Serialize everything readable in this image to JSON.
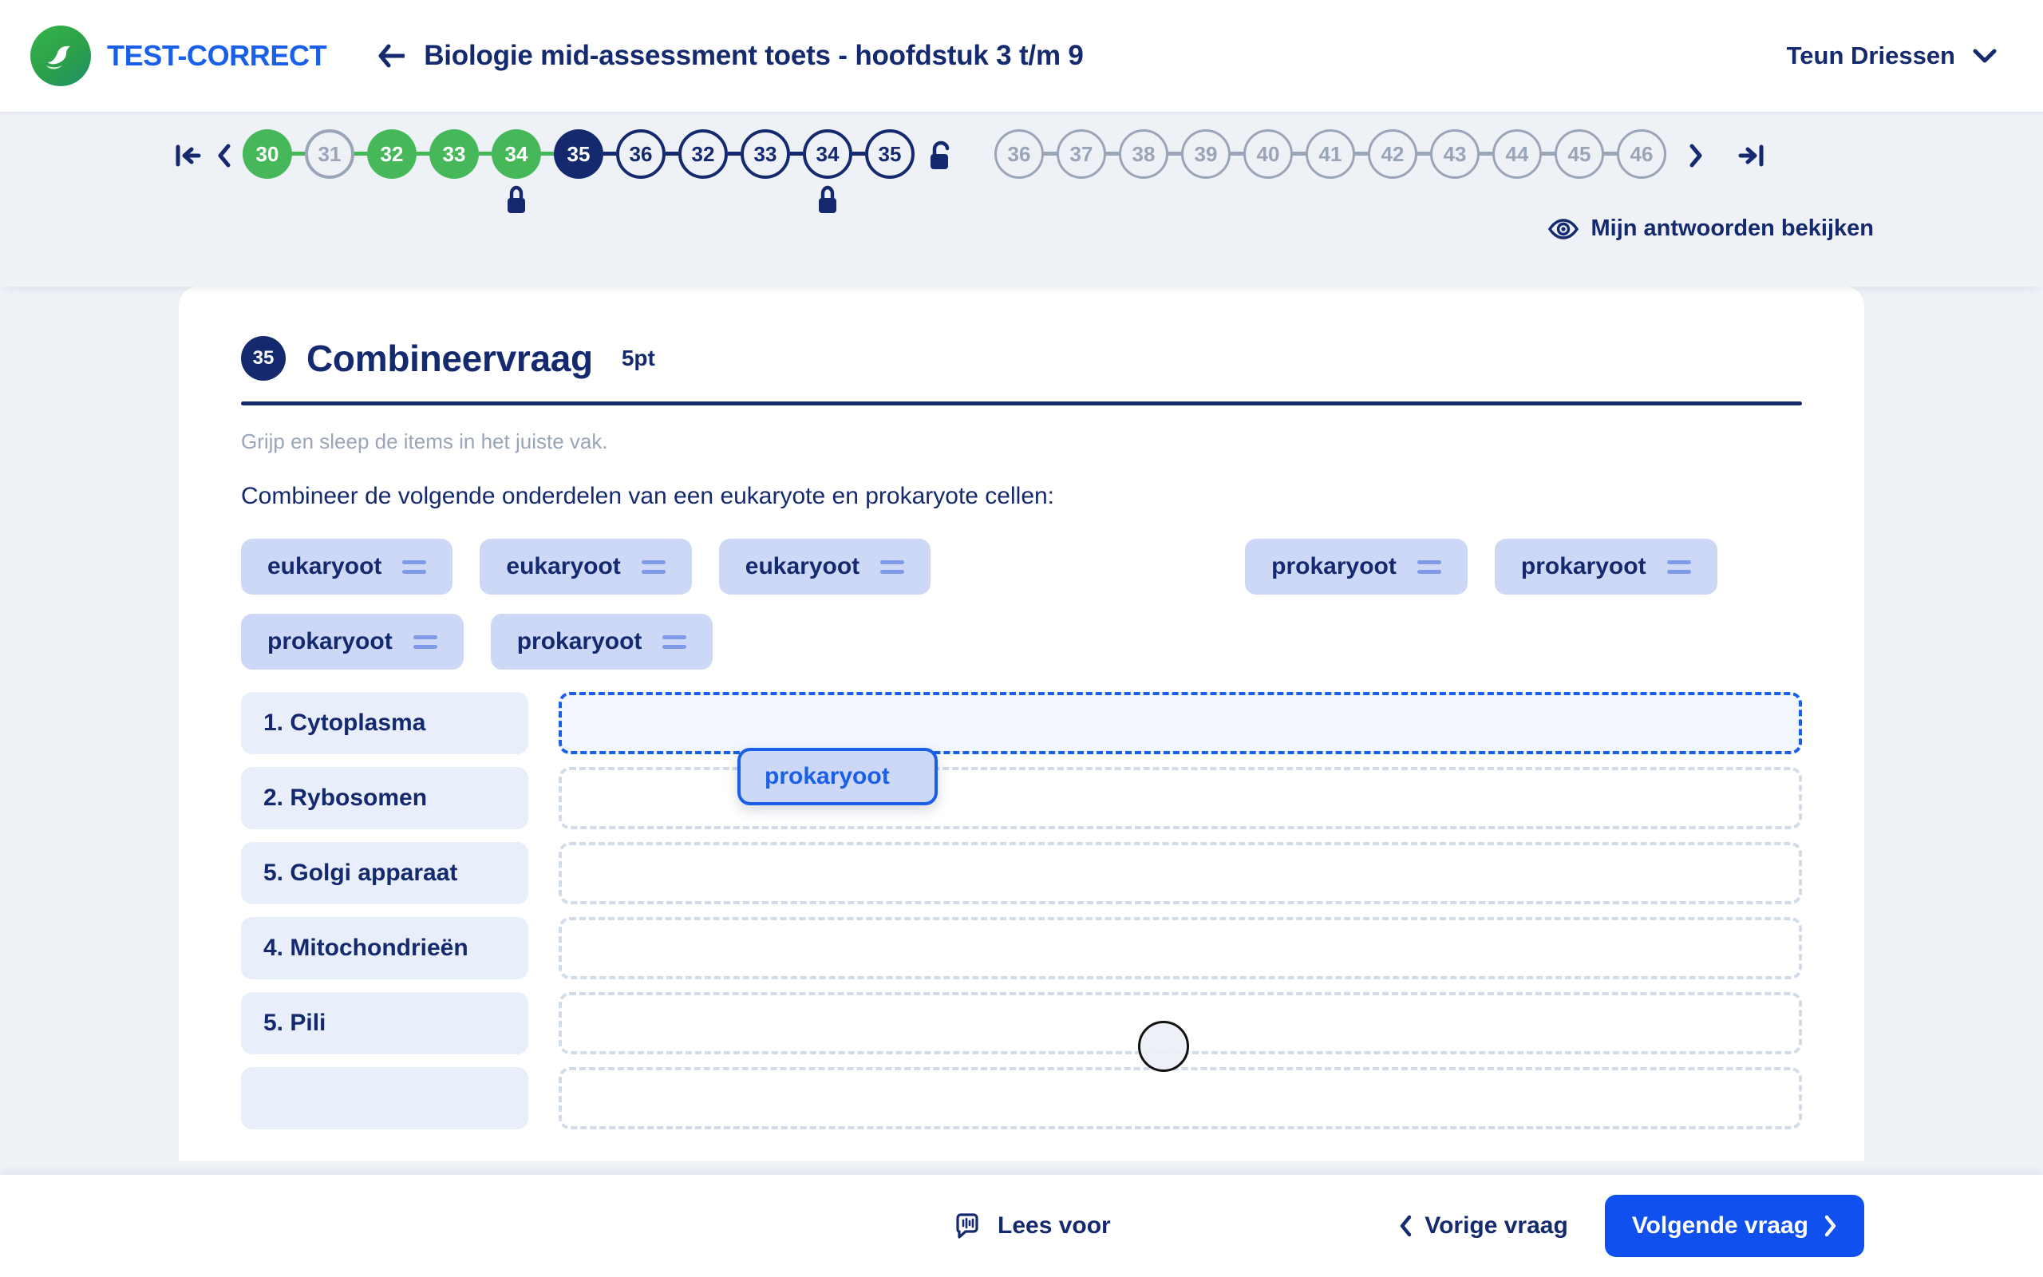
{
  "header": {
    "brand_name": "TEST-CORRECT",
    "logo_icon": "dolphin-logo-icon",
    "back_icon": "arrow-left-icon",
    "page_title": "Biologie mid-assessment toets - hoofdstuk 3 t/m 9",
    "user_name": "Teun Driessen",
    "chevron_icon": "chevron-down-icon"
  },
  "nav": {
    "first_icon": "skip-to-start-icon",
    "prev_icon": "chevron-left-icon",
    "next_icon": "chevron-right-icon",
    "last_icon": "skip-to-end-icon",
    "unlock_icon": "unlock-icon",
    "lock_icon": "lock-icon",
    "group_a": [
      {
        "label": "30",
        "state": "green"
      },
      {
        "label": "31",
        "state": "grey-open"
      },
      {
        "label": "32",
        "state": "green"
      },
      {
        "label": "33",
        "state": "green"
      },
      {
        "label": "34",
        "state": "green",
        "locked": true
      }
    ],
    "group_b": [
      {
        "label": "35",
        "state": "navy-solid",
        "current": true
      },
      {
        "label": "36",
        "state": "navy-open"
      },
      {
        "label": "32",
        "state": "navy-open"
      },
      {
        "label": "33",
        "state": "navy-open"
      },
      {
        "label": "34",
        "state": "navy-open",
        "locked": true
      },
      {
        "label": "35",
        "state": "navy-open"
      }
    ],
    "group_c": [
      {
        "label": "36",
        "state": "grey-thin"
      },
      {
        "label": "37",
        "state": "grey-thin"
      },
      {
        "label": "38",
        "state": "grey-thin"
      },
      {
        "label": "39",
        "state": "grey-thin"
      },
      {
        "label": "40",
        "state": "grey-thin"
      },
      {
        "label": "41",
        "state": "grey-thin"
      },
      {
        "label": "42",
        "state": "grey-thin"
      },
      {
        "label": "43",
        "state": "grey-thin"
      },
      {
        "label": "44",
        "state": "grey-thin"
      },
      {
        "label": "45",
        "state": "grey-thin"
      },
      {
        "label": "46",
        "state": "grey-thin"
      }
    ],
    "review_link": "Mijn antwoorden bekijken",
    "review_icon": "eye-icon"
  },
  "question": {
    "number": "35",
    "type": "Combineervraag",
    "points": "5pt",
    "hint": "Grijp en sleep de items in het juiste vak.",
    "prompt": "Combineer de volgende onderdelen van een eukaryote en prokaryote cellen:",
    "drag_handle_icon": "drag-handle-icon",
    "chips_row1": [
      "eukaryoot",
      "eukaryoot",
      "eukaryoot"
    ],
    "chips_row1_right": [
      "prokaryoot",
      "prokaryoot"
    ],
    "chips_row2": [
      "prokaryoot",
      "prokaryoot"
    ],
    "dragging_chip": "prokaryoot",
    "match_rows": [
      {
        "label": "1. Cytoplasma",
        "dropped": "",
        "active": true
      },
      {
        "label": "2. Rybosomen",
        "dropped": "",
        "active": false
      },
      {
        "label": "5. Golgi apparaat",
        "dropped": "",
        "active": false
      },
      {
        "label": "4. Mitochondrieën",
        "dropped": "",
        "active": false
      },
      {
        "label": "5. Pili",
        "dropped": "",
        "active": false
      },
      {
        "label": "",
        "dropped": "",
        "active": false
      }
    ]
  },
  "footer": {
    "read_aloud": "Lees voor",
    "read_aloud_icon": "speaker-read-icon",
    "prev_label": "Vorige vraag",
    "prev_icon": "chevron-left-icon",
    "next_label": "Volgende vraag",
    "next_icon": "chevron-right-icon"
  },
  "colors": {
    "navy": "#14296e",
    "blue": "#1050ee",
    "green": "#46b85a",
    "grey": "#9aa5b8",
    "chip_bg": "#ccd8f5",
    "page_bg": "#eef1f6"
  }
}
